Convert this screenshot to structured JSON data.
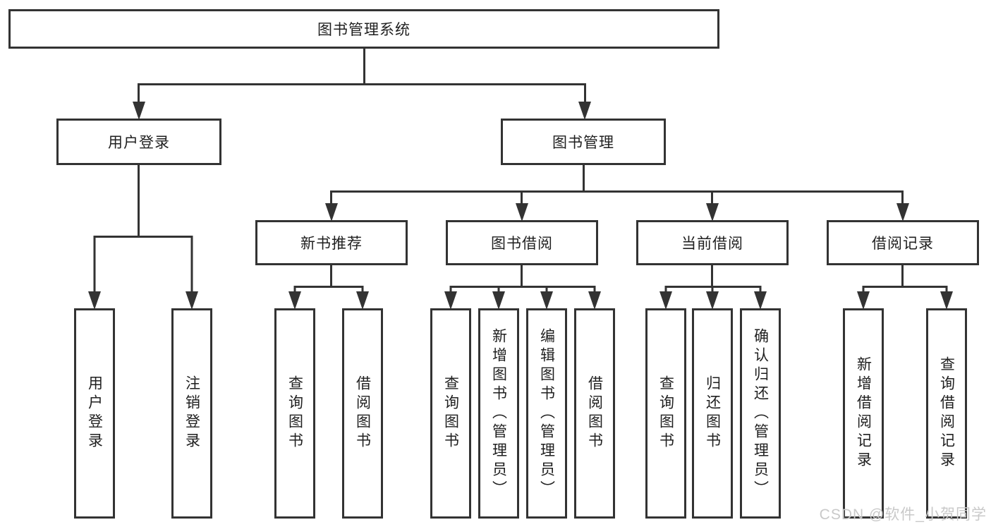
{
  "colors": {
    "line": "#333333",
    "box_background": "#ffffff",
    "text": "#1f1f1f",
    "watermark": "#c9c9c9",
    "page_background": "#ffffff"
  },
  "watermark": {
    "text": "CSDN @软件_小贺同学"
  },
  "tree": {
    "root": {
      "label": "图书管理系统"
    },
    "branches": [
      {
        "label": "用户登录",
        "children": [
          {
            "label": "用户登录"
          },
          {
            "label": "注销登录"
          }
        ]
      },
      {
        "label": "图书管理",
        "children": [
          {
            "label": "新书推荐",
            "children": [
              {
                "label": "查询图书"
              },
              {
                "label": "借阅图书"
              }
            ]
          },
          {
            "label": "图书借阅",
            "children": [
              {
                "label": "查询图书"
              },
              {
                "label": "新增图书（管理员）"
              },
              {
                "label": "编辑图书（管理员）"
              },
              {
                "label": "借阅图书"
              }
            ]
          },
          {
            "label": "当前借阅",
            "children": [
              {
                "label": "查询图书"
              },
              {
                "label": "归还图书"
              },
              {
                "label": "确认归还（管理员）"
              }
            ]
          },
          {
            "label": "借阅记录",
            "children": [
              {
                "label": "新增借阅记录"
              },
              {
                "label": "查询借阅记录"
              }
            ]
          }
        ]
      }
    ]
  }
}
